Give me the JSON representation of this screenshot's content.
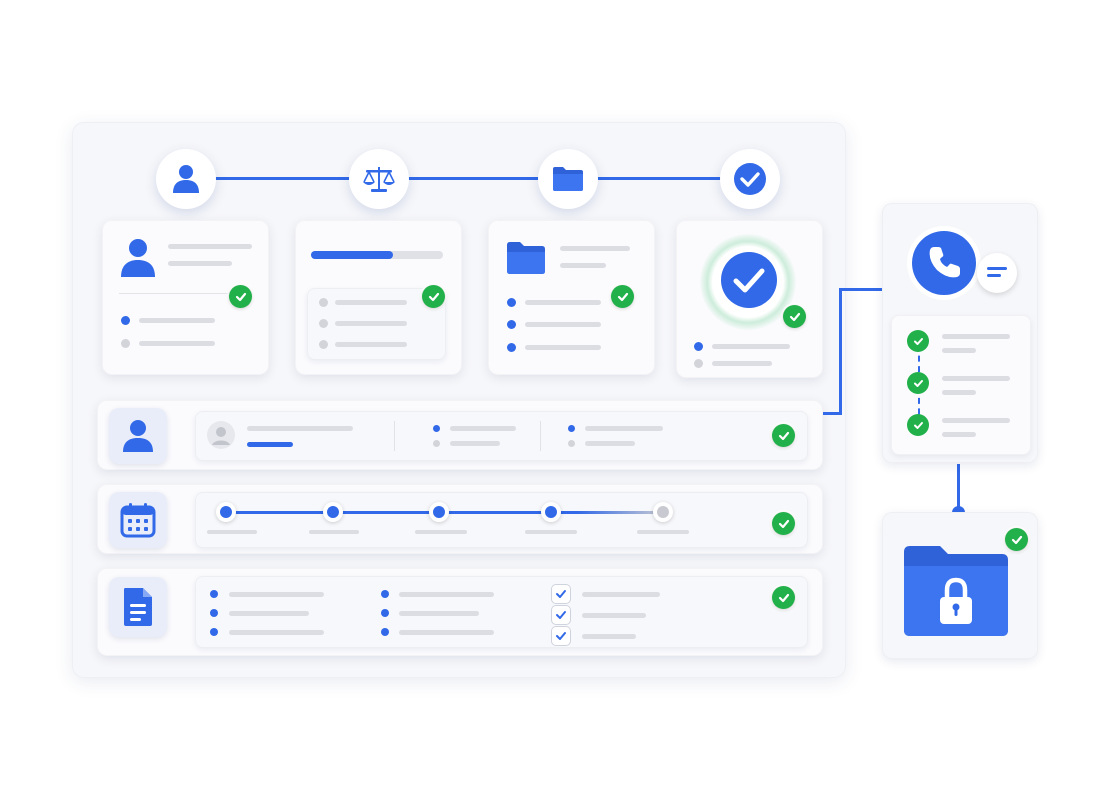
{
  "colors": {
    "accent": "#3169e8",
    "success": "#22b04b",
    "placeholder": "#dcdde3",
    "panel": "#f6f7fa"
  },
  "workflow_steps": [
    {
      "icon": "user-icon",
      "state": "complete"
    },
    {
      "icon": "scales-icon",
      "state": "complete"
    },
    {
      "icon": "folder-icon",
      "state": "complete"
    },
    {
      "icon": "checkmark-icon",
      "state": "complete"
    }
  ],
  "step_cards": [
    {
      "icon": "user-icon",
      "verified": true
    },
    {
      "icon": "progress-bar",
      "progress": 0.62,
      "verified": true
    },
    {
      "icon": "folder-icon",
      "verified": true
    },
    {
      "icon": "verified-badge-icon",
      "verified": true
    }
  ],
  "rows": [
    {
      "icon": "user-icon",
      "verified": true
    },
    {
      "icon": "calendar-icon",
      "timeline_points": 5,
      "completed_points": 4,
      "verified": true
    },
    {
      "icon": "document-icon",
      "verified": true
    }
  ],
  "side_panels": [
    {
      "icon": "phone-icon",
      "secondary_icon": "message-icon",
      "checklist_items": 3,
      "verified": true
    },
    {
      "icon": "locked-folder-icon",
      "verified": true
    }
  ]
}
